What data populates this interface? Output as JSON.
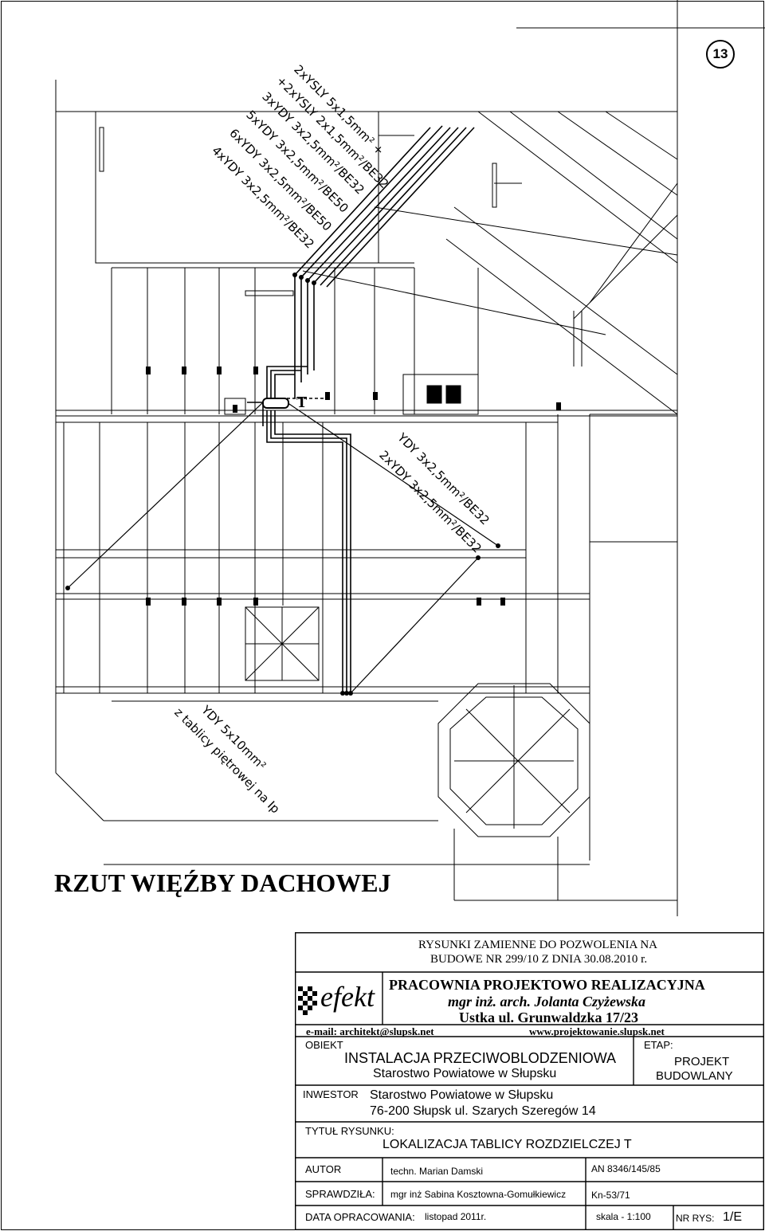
{
  "sheet_number": "13",
  "cable_labels": {
    "c1": "2xYSLY 5x1,5mm² +",
    "c2": "+2xYSLY 2x1,5mm²/BE32",
    "c3": "3xYDY 3x2,5mm²/BE32",
    "c4": "5xYDY 3x2,5mm²/BE50",
    "c5": "6xYDY 3x2,5mm²/BE50",
    "c6": "4xYDY 3x2,5mm²/BE32",
    "c7": "YDY 3x2,5mm²/BE32",
    "c8": "2xYDY 3x2,5mm²/BE32",
    "c9": "YDY 5x10mm²",
    "c10": "z tablicy piętrowej na Ip"
  },
  "panel_marker": "T",
  "drawing_title": "RZUT WIĘŹBY DACHOWEJ",
  "title_block": {
    "notice_line1": "RYSUNKI ZAMIENNE DO POZWOLENIA NA",
    "notice_line2": "BUDOWE NR 299/10 Z DNIA 30.08.2010 r.",
    "logo": "efekt",
    "firm_name": "PRACOWNIA PROJEKTOWO REALIZACYJNA",
    "firm_person": "mgr inż. arch. Jolanta Czyżewska",
    "firm_address": "Ustka  ul. Grunwaldzka 17/23",
    "email": "e-mail: architekt@slupsk.net",
    "www": "www.projektowanie.slupsk.net",
    "object_label": "OBIEKT",
    "object_line1": "INSTALACJA PRZECIWOBLODZENIOWA",
    "object_line2": "Starostwo Powiatowe w Słupsku",
    "stage_label": "ETAP:",
    "stage_line1": "PROJEKT",
    "stage_line2": "BUDOWLANY",
    "investor_label": "INWESTOR",
    "investor_line1": "Starostwo Powiatowe w Słupsku",
    "investor_line2": "76-200 Słupsk ul. Szarych Szeregów 14",
    "title_label": "TYTUŁ RYSUNKU:",
    "title_value": "LOKALIZACJA TABLICY ROZDZIELCZEJ  T",
    "author_label": "AUTOR",
    "author_value": "techn. Marian Damski",
    "author_license": "AN 8346/145/85",
    "checker_label": "SPRAWDZIŁA:",
    "checker_value": "mgr inż Sabina Kosztowna-Gomułkiewicz",
    "checker_license": "Kn-53/71",
    "date_label": "DATA OPRACOWANIA:",
    "date_value": "listopad 2011r.",
    "scale_value": "skala   - 1:100",
    "sheet_label": "NR RYS:",
    "sheet_value": "1/E"
  }
}
